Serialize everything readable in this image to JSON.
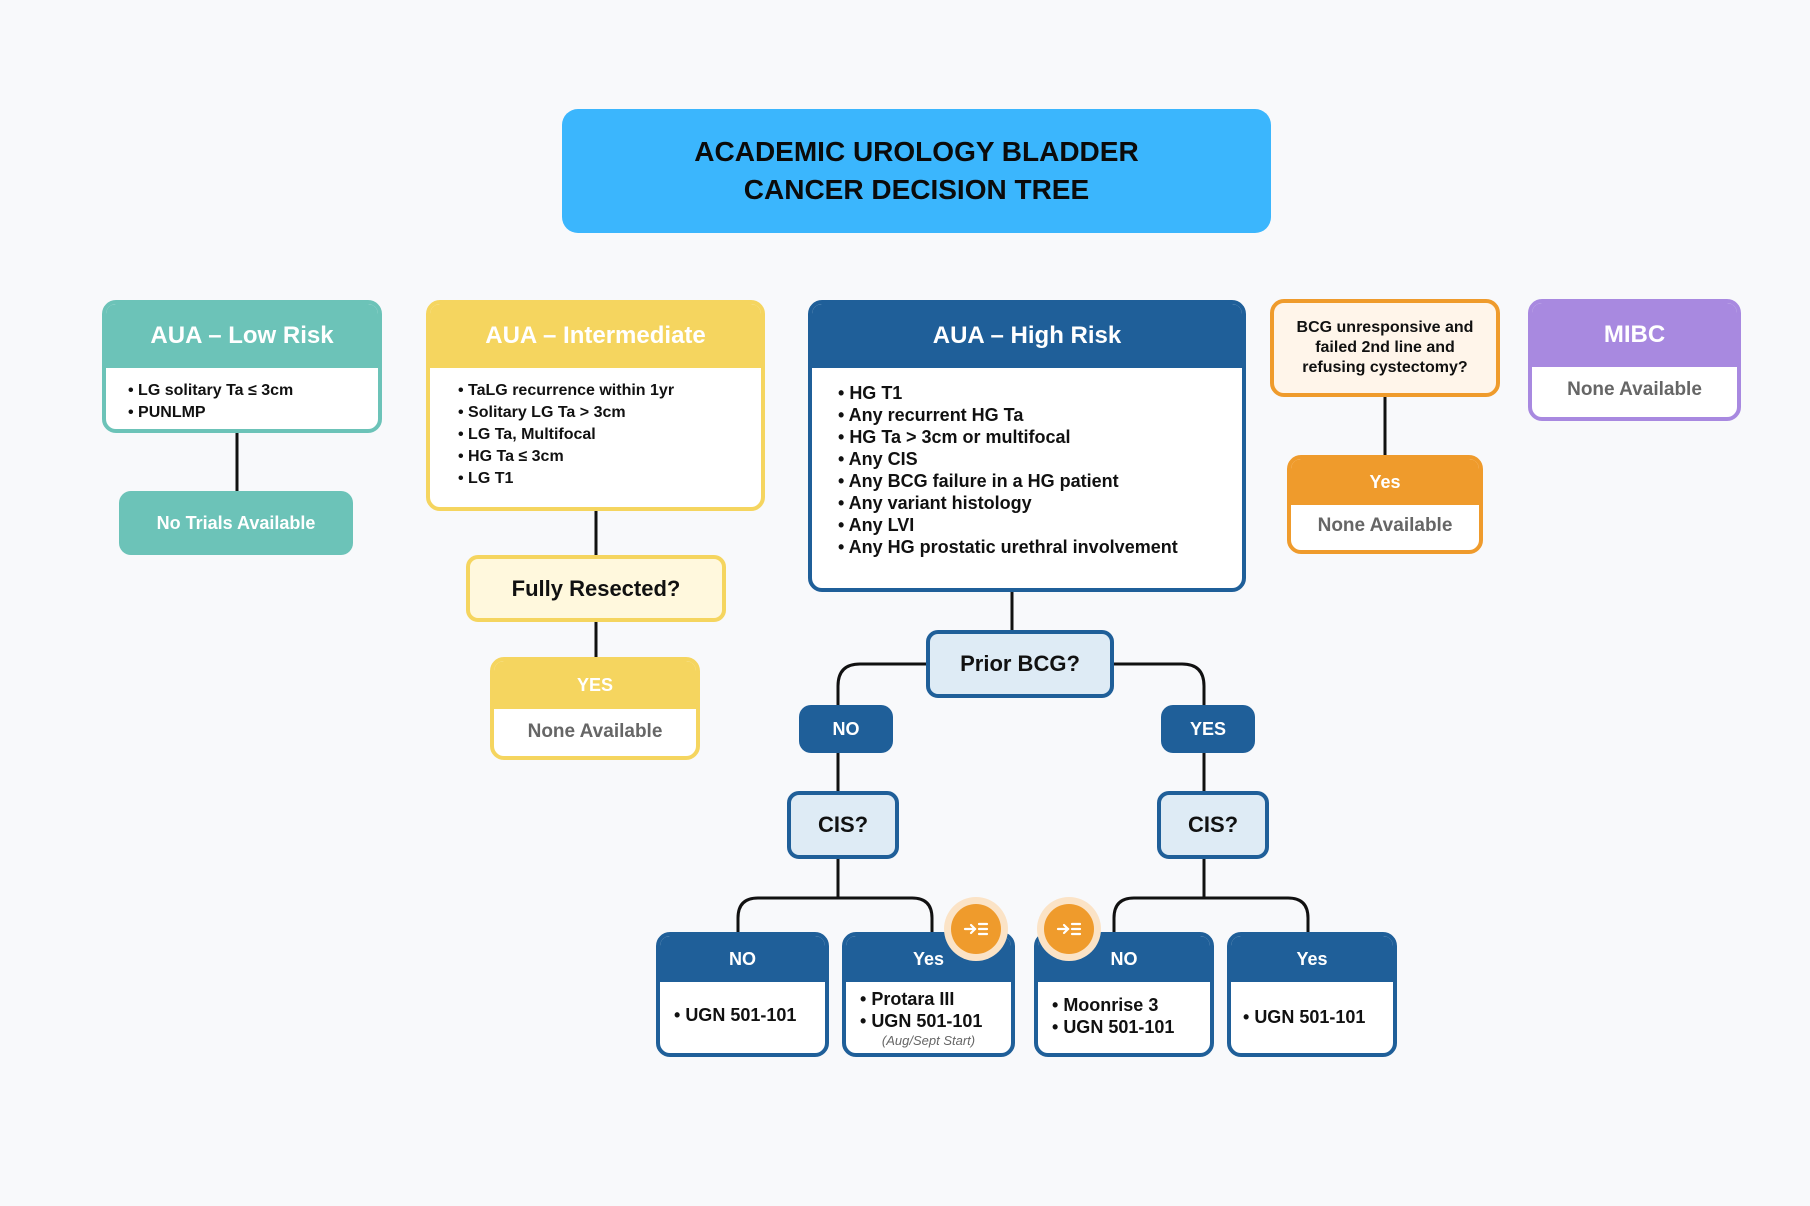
{
  "title": {
    "line1": "ACADEMIC UROLOGY BLADDER",
    "line2": "CANCER DECISION TREE"
  },
  "low_risk": {
    "header": "AUA – Low Risk",
    "items": [
      "LG solitary Ta ≤ 3cm",
      "PUNLMP"
    ],
    "result": "No Trials Available"
  },
  "intermediate": {
    "header": "AUA – Intermediate",
    "items": [
      "TaLG recurrence within 1yr",
      "Solitary LG Ta > 3cm",
      "LG Ta, Multifocal",
      "HG Ta ≤ 3cm",
      "LG T1"
    ],
    "question": "Fully Resected?",
    "answer": "YES",
    "result": "None Available"
  },
  "high_risk": {
    "header": "AUA – High Risk",
    "items": [
      "HG T1",
      "Any recurrent HG Ta",
      "HG Ta > 3cm or multifocal",
      "Any CIS",
      "Any BCG failure in a HG patient",
      "Any variant histology",
      "Any LVI",
      "Any HG prostatic urethral involvement"
    ],
    "question": "Prior BCG?",
    "no_label": "NO",
    "yes_label": "YES",
    "cis_left": "CIS?",
    "cis_right": "CIS?",
    "leaves": [
      {
        "header": "NO",
        "items": [
          "UGN 501-101"
        ]
      },
      {
        "header": "Yes",
        "items": [
          "Protara III",
          "UGN 501-101"
        ],
        "note": "(Aug/Sept Start)"
      },
      {
        "header": "NO",
        "items": [
          "Moonrise 3",
          "UGN 501-101"
        ]
      },
      {
        "header": "Yes",
        "items": [
          "UGN 501-101"
        ]
      }
    ]
  },
  "bcg_unresponsive": {
    "question": "BCG unresponsive and failed 2nd line and refusing cystectomy?",
    "answer": "Yes",
    "result": "None Available"
  },
  "mibc": {
    "header": "MIBC",
    "result": "None Available"
  },
  "icons": {
    "badge": "enroll-arrow-icon"
  },
  "colors": {
    "title": "#3bb6fd",
    "teal": "#6cc3b8",
    "yellow": "#f5d55f",
    "navy": "#1f5f99",
    "orange": "#ef9b2c",
    "purple": "#a889e0"
  }
}
